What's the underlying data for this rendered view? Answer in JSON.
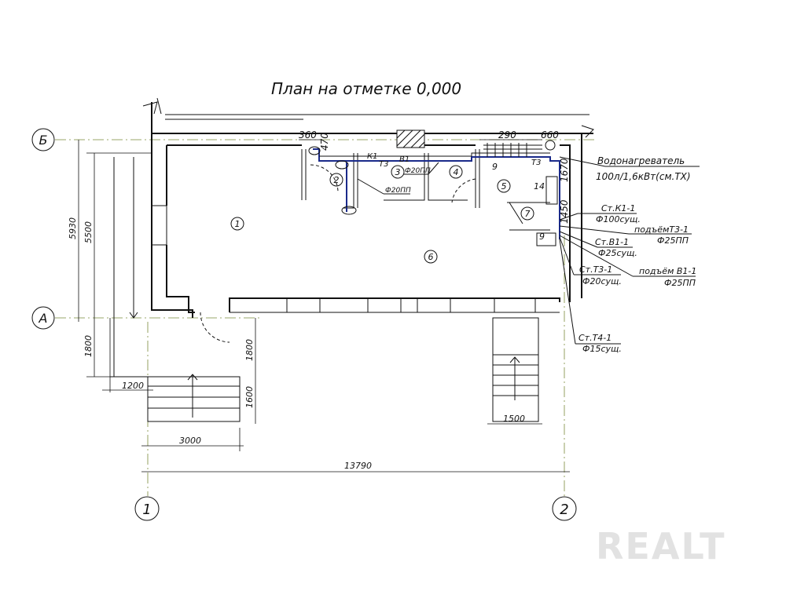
{
  "title": "План на отметке 0,000",
  "axes": {
    "B": "Б",
    "A": "А",
    "one": "1",
    "two": "2"
  },
  "dimensions": {
    "d5930": "5930",
    "d5500": "5500",
    "d1800_left": "1800",
    "d1200": "1200",
    "d3000": "3000",
    "d13790": "13790",
    "d1800_right": "1800",
    "d1600": "1600",
    "d1500": "1500",
    "d360": "360",
    "d470": "470",
    "d290": "290",
    "d660": "660",
    "d1670": "1670",
    "d1450": "1450"
  },
  "rooms": [
    "1",
    "2",
    "3",
    "4",
    "5",
    "6",
    "7"
  ],
  "labels": {
    "k1": "К1",
    "b1": "В1",
    "t3a": "Т3",
    "t3b": "Т3",
    "f20pp_a": "Ф20ПП",
    "f20pp_b": "Ф20ПП",
    "n9a": "9",
    "n9b": "9",
    "n14": "14"
  },
  "callouts": [
    {
      "line1": "Водонагреватель",
      "line2": "100л/1,6кВт(см.ТХ)"
    },
    {
      "line1": "Ст.К1-1",
      "line2": "Ф100сущ."
    },
    {
      "line1": "подъёмТ3-1",
      "line2": "Ф25ПП"
    },
    {
      "line1": "Ст.В1-1",
      "line2": "Ф25сущ."
    },
    {
      "line1": "подъём В1-1",
      "line2": "Ф25ПП"
    },
    {
      "line1": "Ст.Т3-1",
      "line2": "Ф20сущ."
    },
    {
      "line1": "Ст.Т4-1",
      "line2": "Ф15сущ."
    }
  ],
  "watermark": "REALT",
  "colors": {
    "pipe": "#1a2a8a",
    "axis": "#7a8a3a"
  }
}
